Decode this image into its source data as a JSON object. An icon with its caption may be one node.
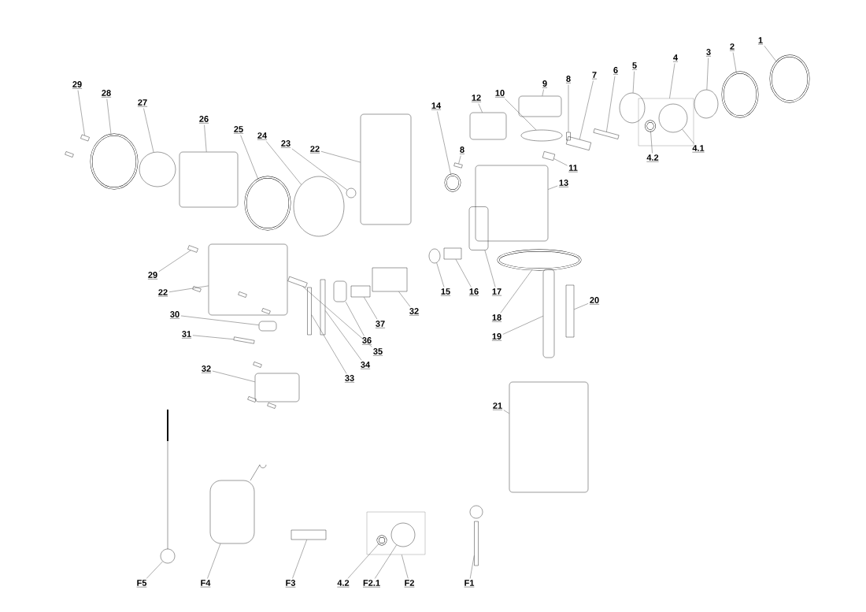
{
  "diagram": {
    "nodes": [
      {
        "text": [
          "1"
        ]
      },
      {
        "text": [],
        "shape": "circle"
      },
      {
        "text": [
          "2"
        ]
      },
      {
        "text": [],
        "shape": "circle"
      },
      {
        "text": [
          "3"
        ]
      },
      {
        "text": [],
        "shape": "circle"
      },
      {
        "text": [
          "4"
        ]
      },
      {
        "text": [],
        "shape": "box"
      },
      {
        "text": [
          "4.1"
        ]
      },
      {
        "text": [],
        "shape": "circle",
        "in": 7
      },
      {
        "text": [
          "4.2"
        ]
      },
      {
        "text": [],
        "shape": "circle",
        "in": 7
      },
      {
        "text": [
          "5"
        ]
      },
      {
        "text": [],
        "shape": "circle"
      },
      {
        "text": [
          "6"
        ]
      },
      {
        "text": [],
        "shape": "bar"
      },
      {
        "text": [
          "7"
        ]
      },
      {
        "text": [],
        "shape": "box"
      },
      {
        "text": [
          "8"
        ]
      },
      {
        "text": [],
        "shape": "bar"
      },
      {
        "text": [
          "9"
        ]
      },
      {
        "text": [],
        "shape": "box"
      },
      {
        "text": [
          "10"
        ]
      },
      {
        "text": [],
        "shape": "circle"
      },
      {
        "text": [
          "11"
        ]
      },
      {
        "text": [],
        "shape": "box"
      },
      {
        "text": [
          "12"
        ]
      },
      {
        "text": [],
        "shape": "box"
      },
      {
        "text": [
          "13"
        ]
      },
      {
        "text": [],
        "shape": "box"
      },
      {
        "text": [
          "14"
        ]
      },
      {
        "text": [],
        "shape": "circle"
      },
      {
        "text": [
          "8"
        ]
      },
      {
        "text": [],
        "shape": "bar"
      },
      {
        "text": [
          "15"
        ]
      },
      {
        "text": [],
        "shape": "circle"
      },
      {
        "text": [
          "16"
        ]
      },
      {
        "text": [],
        "shape": "box"
      },
      {
        "text": [
          "17"
        ]
      },
      {
        "text": [],
        "shape": "box"
      },
      {
        "text": [
          "18"
        ]
      },
      {
        "text": [],
        "shape": "circle"
      },
      {
        "text": [
          "19"
        ]
      },
      {
        "text": [],
        "shape": "bar"
      },
      {
        "text": [
          "20"
        ]
      },
      {
        "text": [],
        "shape": "bar"
      },
      {
        "text": [
          "21"
        ]
      },
      {
        "text": [],
        "shape": "box"
      },
      {
        "text": [
          "22"
        ]
      },
      {
        "text": [],
        "shape": "box"
      },
      {
        "text": [
          "23"
        ]
      },
      {
        "text": [],
        "shape": "circle"
      },
      {
        "text": [
          "24"
        ]
      },
      {
        "text": [],
        "shape": "circle"
      },
      {
        "text": [
          "25"
        ]
      },
      {
        "text": [],
        "shape": "circle"
      },
      {
        "text": [
          "26"
        ]
      },
      {
        "text": [],
        "shape": "box"
      },
      {
        "text": [
          "27"
        ]
      },
      {
        "text": [],
        "shape": "circle"
      },
      {
        "text": [
          "28"
        ]
      },
      {
        "text": [],
        "shape": "circle"
      },
      {
        "text": [
          "29"
        ]
      },
      {
        "text": [],
        "shape": "bar"
      },
      {
        "text": [
          "29"
        ]
      },
      {
        "text": [],
        "shape": "bar"
      },
      {
        "text": [
          "22"
        ]
      },
      {
        "text": [],
        "shape": "box"
      },
      {
        "text": [
          "30"
        ]
      },
      {
        "text": [],
        "shape": "box"
      },
      {
        "text": [
          "31"
        ]
      },
      {
        "text": [],
        "shape": "bar"
      },
      {
        "text": [
          "32"
        ]
      },
      {
        "text": [],
        "shape": "box"
      },
      {
        "text": [
          "37"
        ]
      },
      {
        "text": [],
        "shape": "box"
      },
      {
        "text": [
          "36"
        ]
      },
      {
        "text": [],
        "shape": "box"
      },
      {
        "text": [
          "35"
        ]
      },
      {
        "text": [],
        "shape": "bar"
      },
      {
        "text": [
          "34"
        ]
      },
      {
        "text": [],
        "shape": "bar"
      },
      {
        "text": [
          "33"
        ]
      },
      {
        "text": [],
        "shape": "bar"
      },
      {
        "text": [
          "32"
        ]
      },
      {
        "text": [],
        "shape": "box"
      },
      {
        "text": [
          "F5"
        ]
      },
      {
        "text": [],
        "shape": "circle"
      },
      {
        "text": [
          "F4"
        ]
      },
      {
        "text": [],
        "shape": "box"
      },
      {
        "text": [
          "F3"
        ]
      },
      {
        "text": [],
        "shape": "bar"
      },
      {
        "text": [
          "F2"
        ]
      },
      {
        "text": [],
        "shape": "box"
      },
      {
        "text": [
          "4.2"
        ]
      },
      {
        "text": [],
        "shape": "circle",
        "in": 93
      },
      {
        "text": [
          "F2.1"
        ]
      },
      {
        "text": [],
        "shape": "circle",
        "in": 93
      },
      {
        "text": [
          "F1"
        ]
      },
      {
        "text": [],
        "shape": "bar"
      }
    ],
    "edges": [
      {
        "from": 0,
        "to": 1,
        "arrow": "none"
      },
      {
        "from": 2,
        "to": 3,
        "arrow": "none"
      },
      {
        "from": 4,
        "to": 5,
        "arrow": "none"
      },
      {
        "from": 6,
        "to": 7,
        "arrow": "none"
      },
      {
        "from": 8,
        "to": 9,
        "arrow": "none"
      },
      {
        "from": 10,
        "to": 11,
        "arrow": "none"
      },
      {
        "from": 12,
        "to": 13,
        "arrow": "none"
      },
      {
        "from": 14,
        "to": 15,
        "arrow": "none"
      },
      {
        "from": 16,
        "to": 17,
        "arrow": "none"
      },
      {
        "from": 18,
        "to": 19,
        "arrow": "none"
      },
      {
        "from": 20,
        "to": 21,
        "arrow": "none"
      },
      {
        "from": 22,
        "to": 23,
        "arrow": "none"
      },
      {
        "from": 24,
        "to": 25,
        "arrow": "none"
      },
      {
        "from": 26,
        "to": 27,
        "arrow": "none"
      },
      {
        "from": 28,
        "to": 29,
        "arrow": "none"
      },
      {
        "from": 30,
        "to": 31,
        "arrow": "none"
      },
      {
        "from": 32,
        "to": 33,
        "arrow": "none"
      },
      {
        "from": 34,
        "to": 35,
        "arrow": "none"
      },
      {
        "from": 36,
        "to": 37,
        "arrow": "none"
      },
      {
        "from": 38,
        "to": 39,
        "arrow": "none"
      },
      {
        "from": 40,
        "to": 41,
        "arrow": "none"
      },
      {
        "from": 42,
        "to": 43,
        "arrow": "none"
      },
      {
        "from": 44,
        "to": 45,
        "arrow": "none"
      },
      {
        "from": 46,
        "to": 47,
        "arrow": "none"
      },
      {
        "from": 48,
        "to": 49,
        "arrow": "none"
      },
      {
        "from": 50,
        "to": 51,
        "arrow": "none"
      },
      {
        "from": 52,
        "to": 53,
        "arrow": "none"
      },
      {
        "from": 54,
        "to": 55,
        "arrow": "none"
      },
      {
        "from": 56,
        "to": 57,
        "arrow": "none"
      },
      {
        "from": 58,
        "to": 59,
        "arrow": "none"
      },
      {
        "from": 60,
        "to": 61,
        "arrow": "none"
      },
      {
        "from": 62,
        "to": 63,
        "arrow": "none"
      },
      {
        "from": 64,
        "to": 65,
        "arrow": "none"
      },
      {
        "from": 66,
        "to": 67,
        "arrow": "none"
      },
      {
        "from": 68,
        "to": 69,
        "arrow": "none"
      },
      {
        "from": 70,
        "to": 71,
        "arrow": "none"
      },
      {
        "from": 72,
        "to": 73,
        "arrow": "none"
      },
      {
        "from": 74,
        "to": 75,
        "arrow": "none"
      },
      {
        "from": 76,
        "to": 77,
        "arrow": "none"
      },
      {
        "from": 78,
        "to": 79,
        "arrow": "none"
      },
      {
        "from": 80,
        "to": 81,
        "arrow": "none"
      },
      {
        "from": 82,
        "to": 83,
        "arrow": "none"
      },
      {
        "from": 84,
        "to": 85,
        "arrow": "none"
      },
      {
        "from": 86,
        "to": 87,
        "arrow": "none"
      },
      {
        "from": 88,
        "to": 89,
        "arrow": "none"
      },
      {
        "from": 90,
        "to": 91,
        "arrow": "none"
      },
      {
        "from": 92,
        "to": 93,
        "arrow": "none"
      },
      {
        "from": 94,
        "to": 95,
        "arrow": "none"
      },
      {
        "from": 96,
        "to": 97,
        "arrow": "none"
      },
      {
        "from": 98,
        "to": 99,
        "arrow": "none"
      }
    ]
  }
}
